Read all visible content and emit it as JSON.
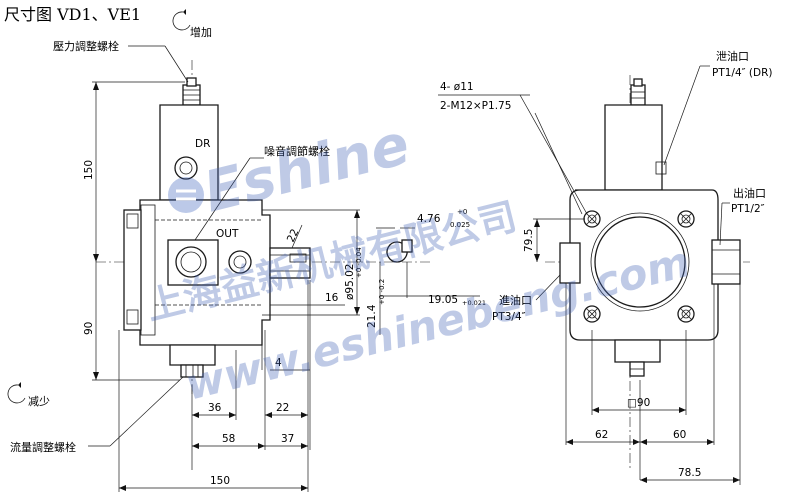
{
  "title": "尺寸图 VD1、VE1",
  "labels": {
    "increase": "增加",
    "decrease": "减少",
    "pressure_screw": "壓力調整螺栓",
    "noise_screw": "噪音調節螺栓",
    "flow_screw": "流量調整螺栓",
    "dr": "DR",
    "out": "OUT",
    "holes_line1": "4- ø11",
    "holes_line2": "2-M12×P1.75",
    "drain_name": "泄油口",
    "drain_size": "PT1/4″ (DR)",
    "outlet_name": "出油口",
    "outlet_size": "PT1/2″",
    "inlet_name": "進油口",
    "inlet_size": "PT3/4″"
  },
  "dimensions": {
    "d150_vertical": "150",
    "d90_vertical": "90",
    "d36": "36",
    "d22": "22",
    "d58": "58",
    "d37": "37",
    "d150_bottom": "150",
    "d4": "4",
    "d16": "16",
    "d22_angled": "22",
    "d95": "ø95.02",
    "d95_tol": "+0  -0.04",
    "d21": "21.4",
    "d21_tol": "+0  -0.2",
    "d476": "4.76",
    "d476_tol_upper": "+0",
    "d476_tol_lower": "0.025",
    "d1905": "19.05",
    "d1905_tol": "+0.021",
    "d795": "79.5",
    "d90_square": "□90",
    "d62": "62",
    "d60": "60",
    "d785": "78.5"
  },
  "watermark": {
    "brand": "Eshine",
    "company": "上海益新机械有限公司",
    "url": "www.eshinebeng.com"
  }
}
